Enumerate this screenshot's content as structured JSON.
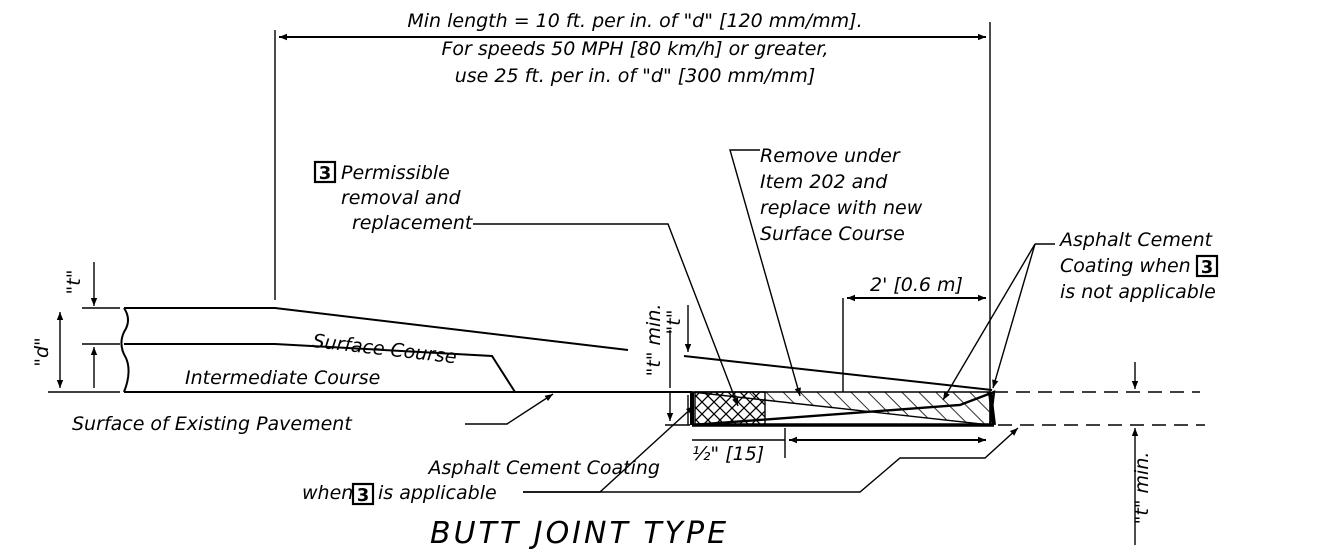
{
  "dimensions": {
    "min_length_line1": "Min length = 10 ft. per in. of \"d\" [120 mm/mm].",
    "min_length_line2": "For speeds 50 MPH [80 km/h] or greater,",
    "min_length_line3": "use 25 ft. per in. of \"d\" [300 mm/mm]",
    "two_ft": "2' [0.6 m]",
    "half_inch": "½\" [15]",
    "t_label": "\"t\"",
    "d_label": "\"d\"",
    "t_min_label": "\"t\" min."
  },
  "callouts": {
    "note_number": "3",
    "permissible_line1": "Permissible",
    "permissible_line2": "removal and",
    "permissible_line3": "replacement",
    "remove_line1": "Remove under",
    "remove_line2": "Item 202 and",
    "remove_line3": "replace with new",
    "remove_line4": "Surface Course",
    "coating_na_line1": "Asphalt Cement",
    "coating_na_line2": "Coating when",
    "coating_na_line3": "is not applicable",
    "coating_app_line1": "Asphalt Cement Coating",
    "coating_app_line2_a": "when",
    "coating_app_line2_b": "is applicable"
  },
  "layers": {
    "surface_course": "Surface Course",
    "intermediate_course": "Intermediate Course",
    "existing_pavement": "Surface of Existing Pavement"
  },
  "title": "BUTT JOINT TYPE"
}
